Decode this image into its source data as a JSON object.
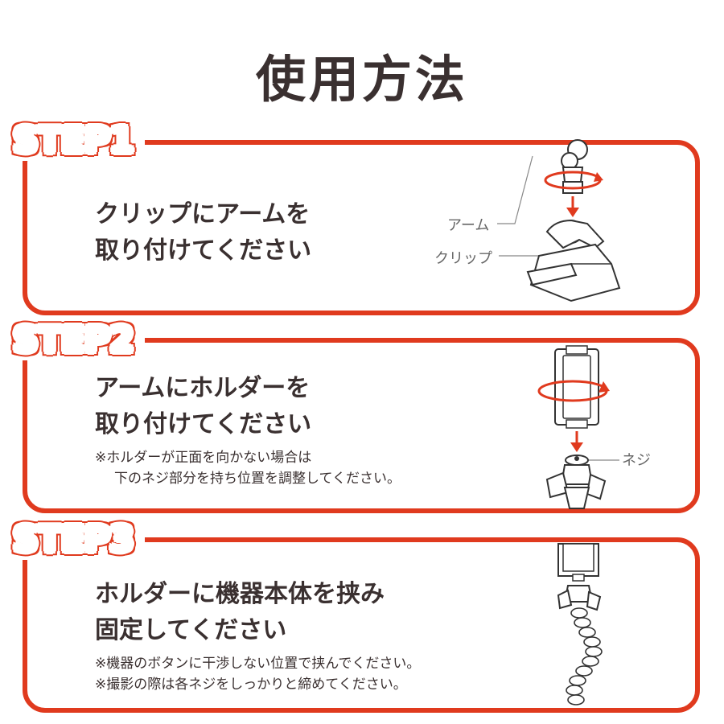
{
  "title": "使用方法",
  "colors": {
    "accent": "#e03a1e",
    "text": "#3a3030",
    "line": "#888888"
  },
  "steps": [
    {
      "label": "STEP1",
      "heading": [
        "クリップにアームを",
        "取り付けてください"
      ],
      "callouts": [
        "アーム",
        "クリップ"
      ]
    },
    {
      "label": "STEP2",
      "heading": [
        "アームにホルダーを",
        "取り付けてください"
      ],
      "notes": [
        "※ホルダーが正面を向かない場合は",
        "下のネジ部分を持ち位置を調整してください。"
      ],
      "callouts": [
        "ネジ"
      ]
    },
    {
      "label": "STEP3",
      "heading": [
        "ホルダーに機器本体を挟み",
        "固定してください"
      ],
      "notes": [
        "※機器のボタンに干渉しない位置で挟んでください。",
        "※撮影の際は各ネジをしっかりと締めてください。"
      ]
    }
  ]
}
